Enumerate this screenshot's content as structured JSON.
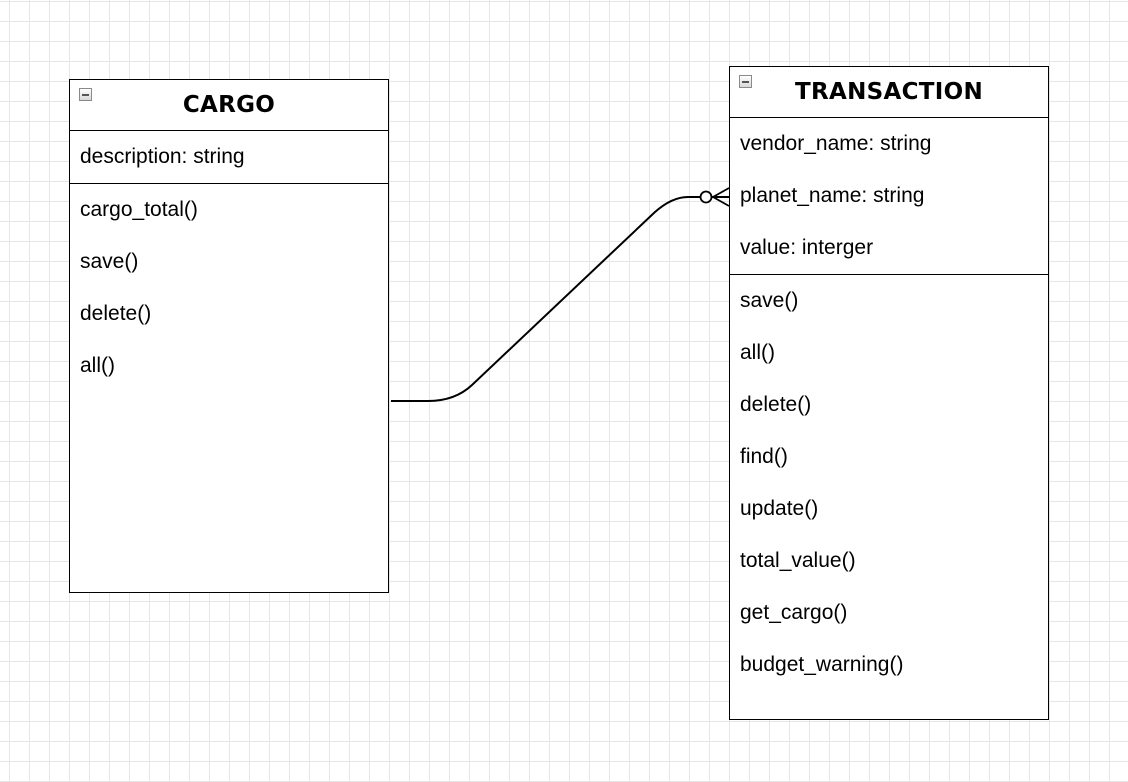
{
  "diagram": {
    "entities": {
      "cargo": {
        "title": "CARGO",
        "attributes": [
          "description: string"
        ],
        "methods": [
          "cargo_total()",
          "save()",
          "delete()",
          "all()"
        ]
      },
      "transaction": {
        "title": "TRANSACTION",
        "attributes": [
          "vendor_name: string",
          "planet_name: string",
          "value: interger"
        ],
        "methods": [
          "save()",
          "all()",
          "delete()",
          "find()",
          "update()",
          "total_value()",
          "get_cargo()",
          "budget_warning()"
        ]
      }
    },
    "relationship": {
      "from": "CARGO",
      "to": "TRANSACTION",
      "target_cardinality": "zero-or-many"
    }
  }
}
